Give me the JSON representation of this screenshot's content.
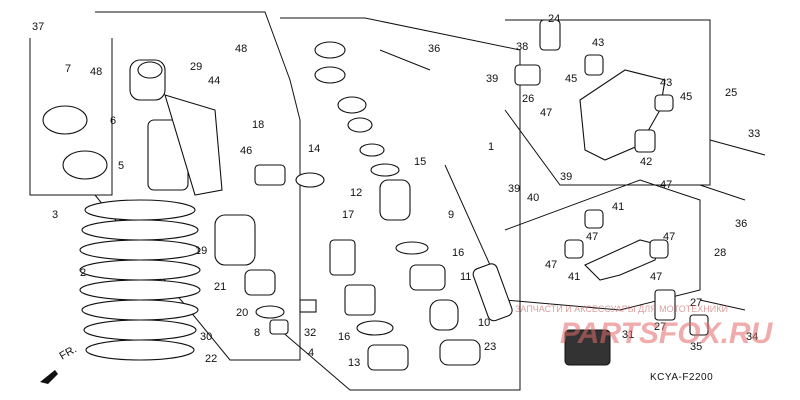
{
  "diagram": {
    "code": "KCYA-F2200",
    "front_marker": "FR.",
    "watermark": {
      "brand": "PARTSFOX.RU",
      "tagline": "ЗАПЧАСТИ И АКСЕССУАРЫ ДЛЯ МОТОТЕХНИКИ"
    },
    "callouts": [
      "37",
      "7",
      "48",
      "29",
      "48",
      "44",
      "36",
      "24",
      "38",
      "43",
      "39",
      "45",
      "26",
      "25",
      "6",
      "18",
      "46",
      "14",
      "47",
      "43",
      "45",
      "33",
      "5",
      "15",
      "1",
      "42",
      "47",
      "12",
      "39",
      "40",
      "39",
      "3",
      "17",
      "9",
      "41",
      "47",
      "36",
      "2",
      "19",
      "16",
      "28",
      "21",
      "11",
      "47",
      "41",
      "47",
      "20",
      "10",
      "27",
      "8",
      "32",
      "31",
      "27",
      "34",
      "30",
      "16",
      "35",
      "22",
      "4",
      "13",
      "23"
    ]
  }
}
